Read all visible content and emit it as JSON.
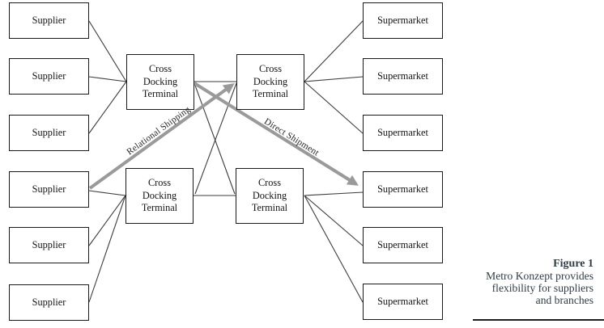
{
  "diagram": {
    "suppliers": [
      "Supplier",
      "Supplier",
      "Supplier",
      "Supplier",
      "Supplier",
      "Supplier"
    ],
    "terminals": [
      "Cross\nDocking\nTerminal",
      "Cross\nDocking\nTerminal",
      "Cross\nDocking\nTerminal",
      "Cross\nDocking\nTerminal"
    ],
    "supermarkets": [
      "Supermarket",
      "Supermarket",
      "Supermarket",
      "Supermarket",
      "Supermarket",
      "Supermarket"
    ],
    "flow_labels": {
      "relational": "Relational Shipping",
      "direct": "Direct Shipment"
    },
    "colors": {
      "thick_arrow": "#9a9a9a",
      "thin_line": "#3d3d3d",
      "box_border": "#1a1a1a"
    }
  },
  "caption": {
    "title": "Figure 1",
    "line1": "Metro Konzept provides",
    "line2": "flexibility for suppliers",
    "line3": "and branches"
  }
}
